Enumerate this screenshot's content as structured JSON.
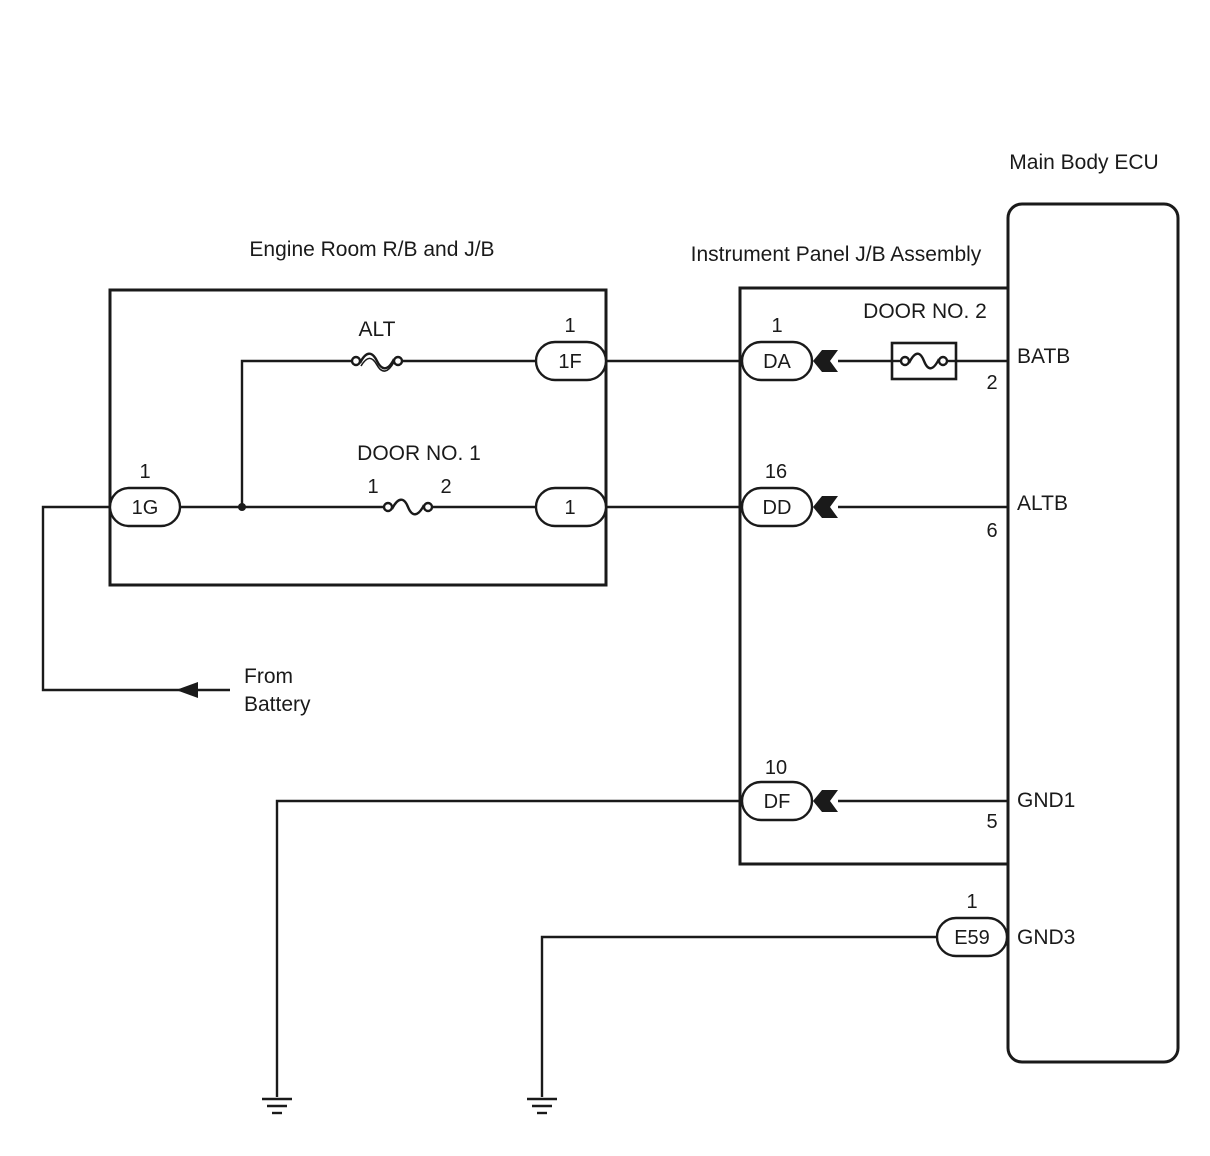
{
  "blocks": {
    "engine_room": {
      "title": "Engine Room R/B and J/B"
    },
    "instrument_panel": {
      "title": "Instrument Panel J/B Assembly"
    },
    "main_body_ecu": {
      "title": "Main Body ECU"
    }
  },
  "fuses": {
    "alt": {
      "label": "ALT"
    },
    "door_no1": {
      "label": "DOOR NO. 1",
      "pin_in": "1",
      "pin_out": "2"
    },
    "door_no2": {
      "label": "DOOR NO. 2"
    }
  },
  "connectors": {
    "c1g": {
      "label": "1G",
      "pin": "1"
    },
    "c1f": {
      "label": "1F",
      "pin": "1"
    },
    "c1": {
      "label": "1"
    },
    "da": {
      "label": "DA",
      "pin": "1"
    },
    "dd": {
      "label": "DD",
      "pin": "16"
    },
    "df": {
      "label": "DF",
      "pin": "10"
    },
    "e59": {
      "label": "E59",
      "pin": "1"
    }
  },
  "ecu_terminals": {
    "batb": {
      "name": "BATB",
      "pin": "2"
    },
    "altb": {
      "name": "ALTB",
      "pin": "6"
    },
    "gnd1": {
      "name": "GND1",
      "pin": "5"
    },
    "gnd3": {
      "name": "GND3"
    }
  },
  "battery": {
    "line1": "From",
    "line2": "Battery"
  }
}
